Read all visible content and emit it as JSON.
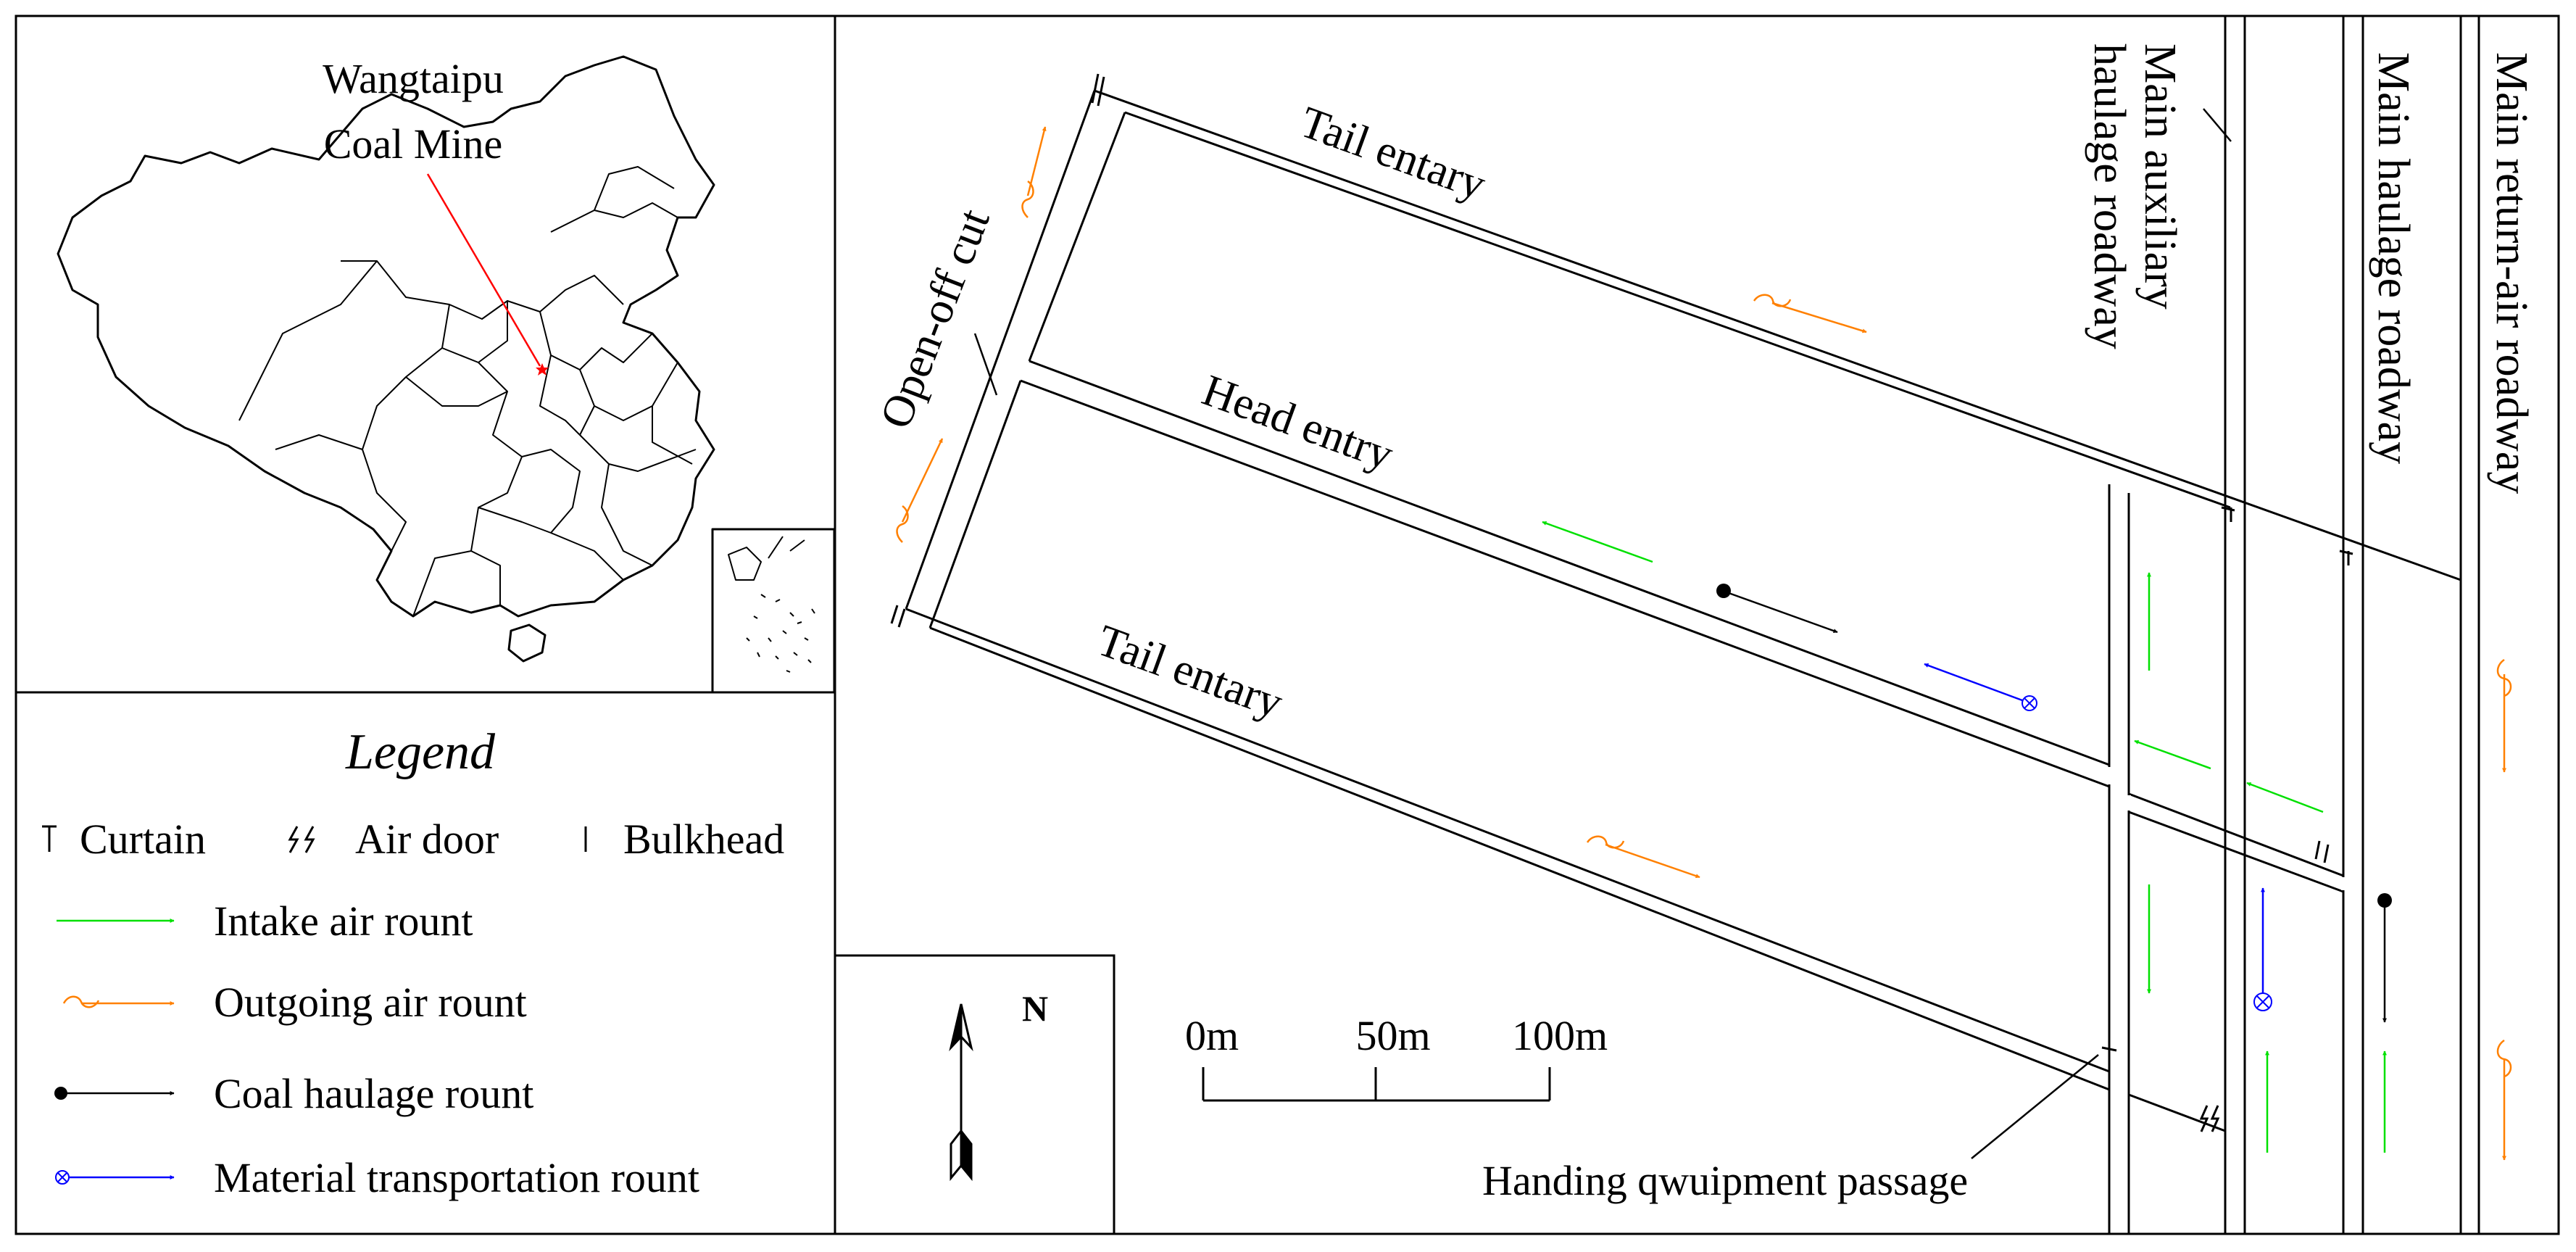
{
  "colors": {
    "intake": "#00e000",
    "outgoing": "#ff8000",
    "coal": "#000000",
    "material": "#0000ff",
    "marker": "#ff0000",
    "line": "#000000"
  },
  "map": {
    "location_label_line1": "Wangtaipu",
    "location_label_line2": "Coal Mine"
  },
  "legend": {
    "title": "Legend",
    "curtain": "Curtain",
    "air_door": "Air door",
    "bulkhead": "Bulkhead",
    "intake": "Intake air rount",
    "outgoing": "Outgoing air rount",
    "coal": "Coal haulage rount",
    "material": "Material transportation rount"
  },
  "compass": {
    "north": "N"
  },
  "scale": {
    "tick0": "0m",
    "tick1": "50m",
    "tick2": "100m"
  },
  "roadways": {
    "tail_upper": "Tail entary",
    "head": "Head entry",
    "tail_lower": "Tail entary",
    "open_off_cut": "Open-off cut",
    "aux_line1": "Main auxiliary",
    "aux_line2": "haulage roadway",
    "main_haulage": "Main haulage roadway",
    "main_return": "Main return-air  roadway",
    "handling": "Handing qwuipment passage"
  }
}
